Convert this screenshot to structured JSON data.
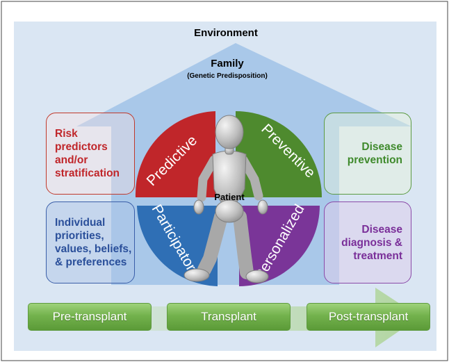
{
  "labels": {
    "environment": "Environment",
    "family": "Family",
    "family_sub": "(Genetic Predisposition)",
    "patient": "Patient"
  },
  "quadrants": {
    "predictive": "Predictive",
    "preventive": "Preventive",
    "participatory": "Participatory",
    "personalized": "Personalized"
  },
  "boxes": {
    "risk": [
      "Risk",
      "predictors",
      "and/or",
      "stratification"
    ],
    "individual": [
      "Individual",
      "priorities,",
      "values, beliefs,",
      "& preferences"
    ],
    "prevention": [
      "Disease",
      "prevention"
    ],
    "diagnosis": [
      "Disease",
      "diagnosis &",
      "treatment"
    ]
  },
  "timeline": {
    "pre": "Pre-transplant",
    "transplant": "Transplant",
    "post": "Post-transplant"
  },
  "colors": {
    "predictive": "#c0262a",
    "preventive": "#4e8a2e",
    "participatory": "#2f6fb5",
    "personalized": "#7a3598",
    "house": "#a7c6e8",
    "background": "#d9e6f3"
  }
}
